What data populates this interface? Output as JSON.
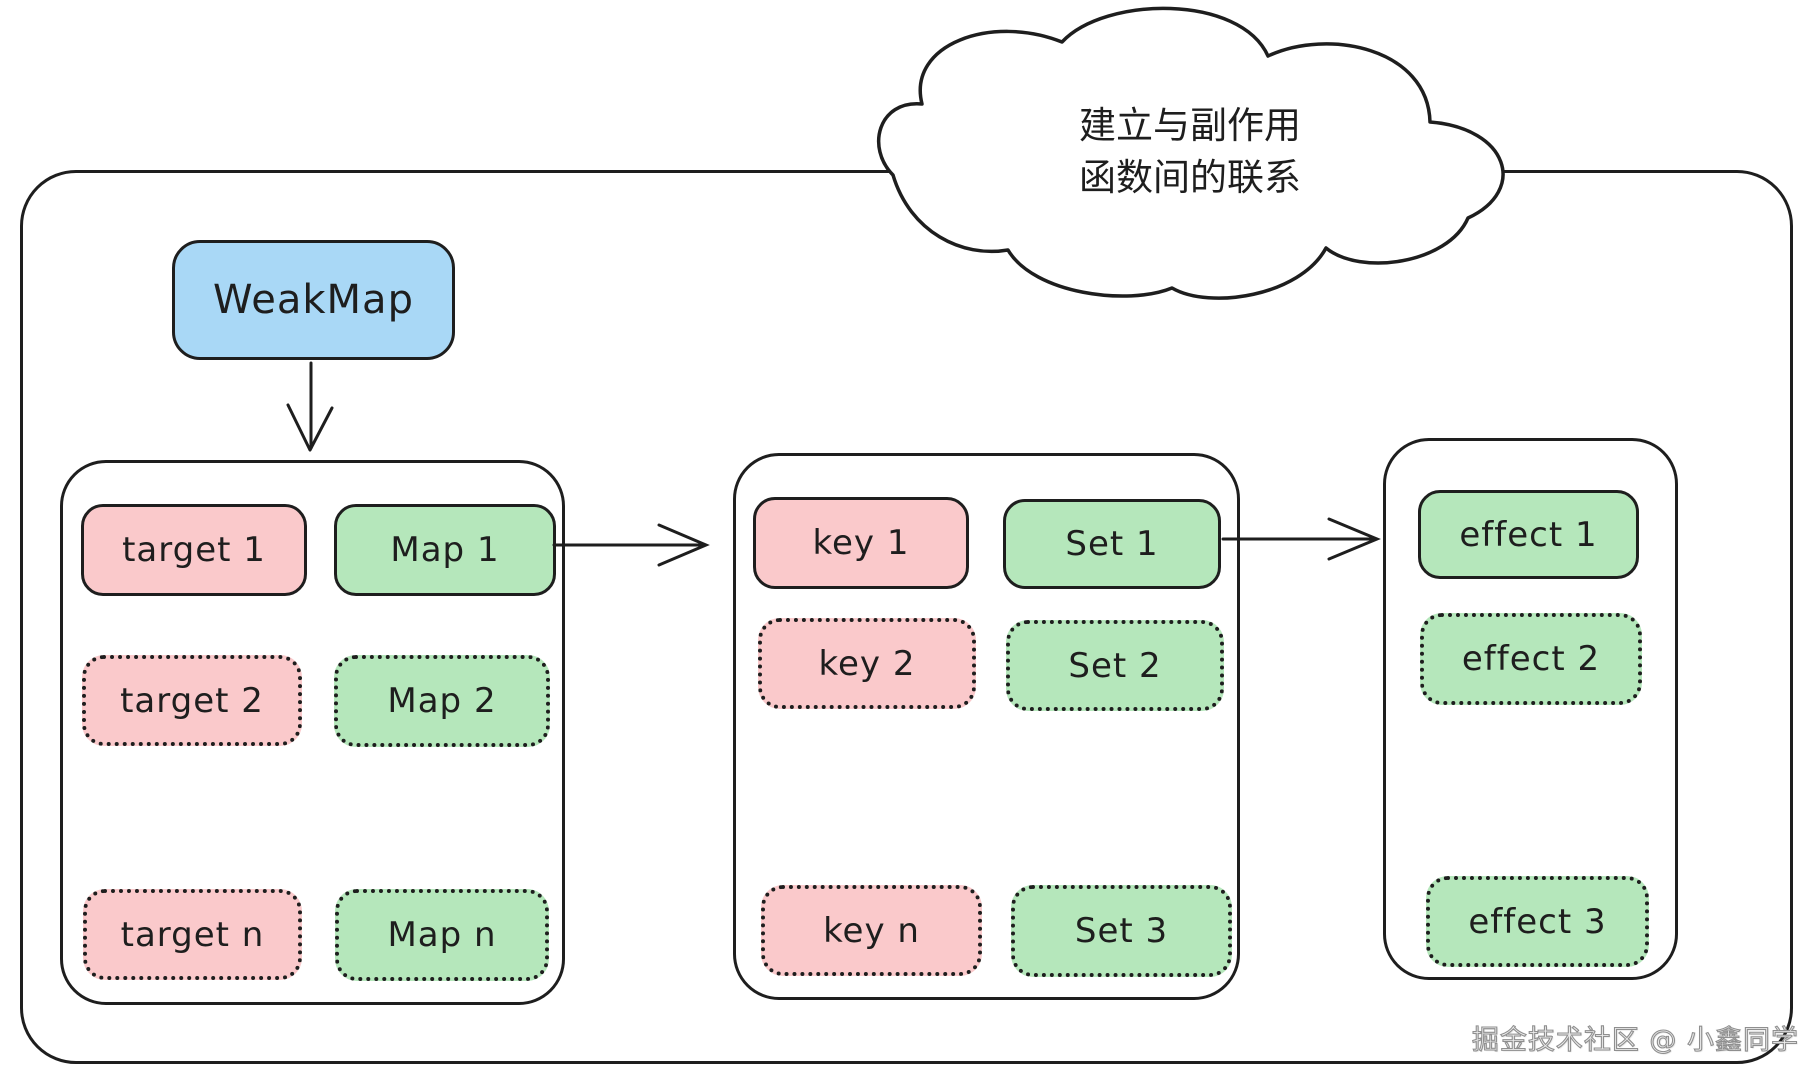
{
  "note_cloud": {
    "line1": "建立与副作用",
    "line2": "函数间的联系"
  },
  "weakmap": {
    "label": "WeakMap"
  },
  "target_map_container": {
    "rows": [
      {
        "target": "target 1",
        "map": "Map 1"
      },
      {
        "target": "target 2",
        "map": "Map 2"
      },
      {
        "target": "target n",
        "map": "Map n"
      }
    ]
  },
  "key_set_container": {
    "rows": [
      {
        "key": "key 1",
        "set": "Set 1"
      },
      {
        "key": "key 2",
        "set": "Set 2"
      },
      {
        "key": "key n",
        "set": "Set 3"
      }
    ]
  },
  "effect_container": {
    "items": [
      {
        "label": "effect 1"
      },
      {
        "label": "effect 2"
      },
      {
        "label": "effect 3"
      }
    ]
  },
  "watermark": "掘金技术社区 @ 小鑫同学",
  "colors": {
    "pink": "#fac9cb",
    "green": "#b5e7bb",
    "blue": "#a9d8f6",
    "stroke": "#1e1e1e"
  }
}
